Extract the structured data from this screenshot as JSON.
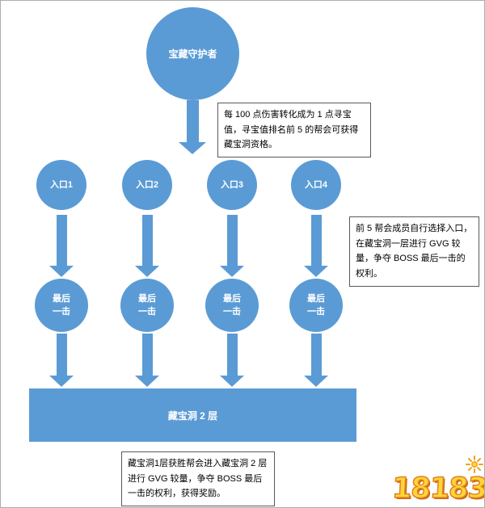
{
  "colors": {
    "node_fill": "#5b9bd5",
    "node_text": "#ffffff",
    "note_border": "#595959",
    "canvas_border": "#adadad",
    "logo_yellow": "#ffd43a",
    "logo_orange": "#e0821e"
  },
  "root": {
    "label": "宝藏守护者"
  },
  "entrances": [
    {
      "label": "入口1"
    },
    {
      "label": "入口2"
    },
    {
      "label": "入口3"
    },
    {
      "label": "入口4"
    }
  ],
  "last_hits": [
    {
      "label": "最后\n一击"
    },
    {
      "label": "最后\n一击"
    },
    {
      "label": "最后\n一击"
    },
    {
      "label": "最后\n一击"
    }
  ],
  "level2": {
    "label": "藏宝洞 2 层"
  },
  "notes": {
    "qualification": "每 100 点伤害转化成为 1 点寻宝值，寻宝值排名前 5 的帮会可获得藏宝洞资格。",
    "entrance_rule": "前 5 帮会成员自行选择入口，在藏宝洞一层进行 GVG 较量，争夺 BOSS 最后一击的权利。",
    "level2_rule": "藏宝洞1层获胜帮会进入藏宝洞 2 层进行 GVG 较量，争夺 BOSS 最后一击的权利，获得奖励。"
  },
  "watermark": {
    "text": "18183"
  }
}
